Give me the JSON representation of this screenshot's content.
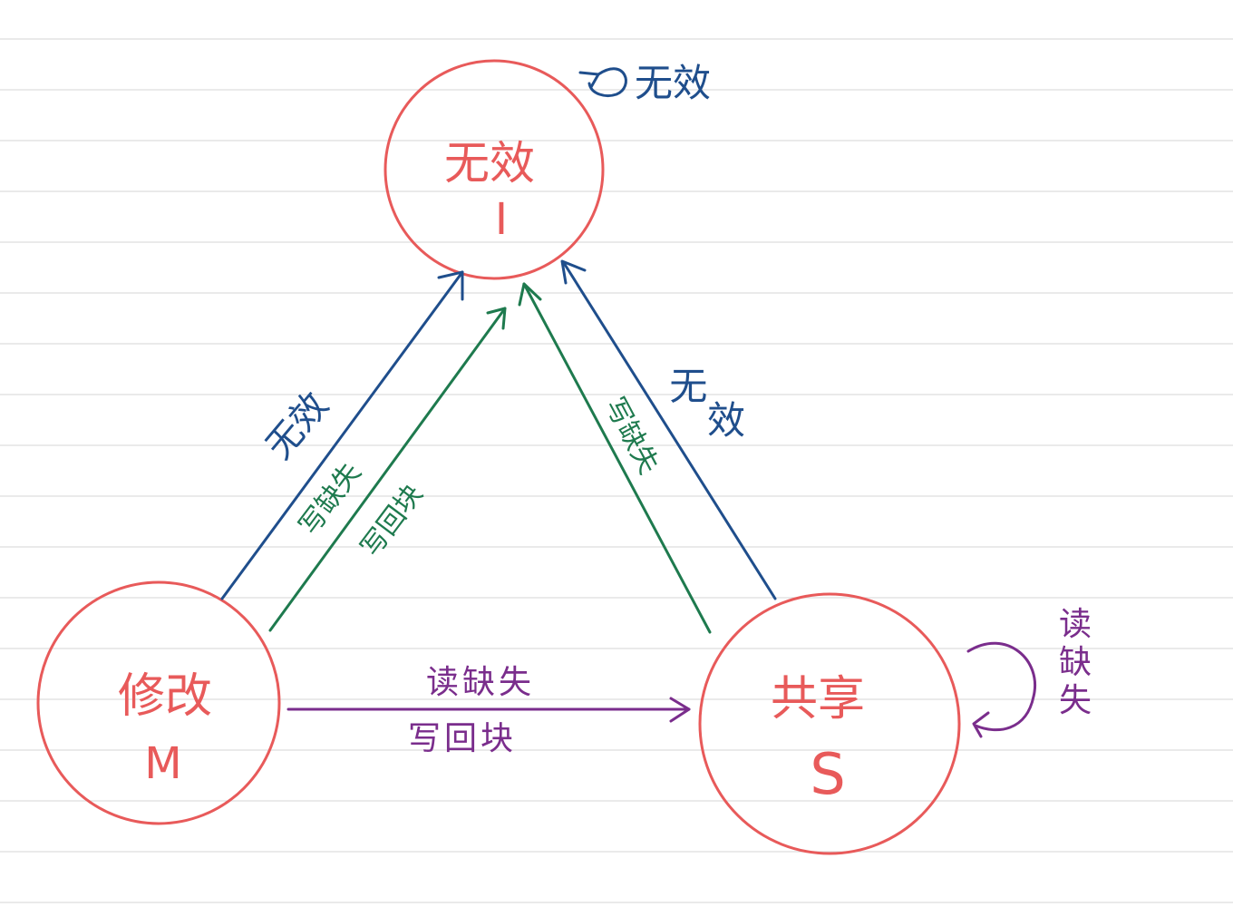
{
  "states": {
    "invalid": {
      "name": "无效",
      "symbol": "I"
    },
    "modified": {
      "name": "修改",
      "symbol": "M"
    },
    "shared": {
      "name": "共享",
      "symbol": "S"
    }
  },
  "transitions": {
    "invalid_self_loop": {
      "label": "无效"
    },
    "modified_to_invalid_blue": {
      "label": "无效"
    },
    "modified_to_invalid_green": {
      "label_1": "写缺失",
      "label_2": "写回块"
    },
    "shared_to_invalid_green": {
      "label": "写缺失"
    },
    "shared_to_invalid_blue": {
      "label": "无效"
    },
    "modified_to_shared": {
      "label_1": "读缺失",
      "label_2": "写回块"
    },
    "shared_self_loop": {
      "label": "读缺失"
    }
  },
  "colors": {
    "state": "#e85a5a",
    "blue": "#1f4e8c",
    "green": "#1e7a4e",
    "purple": "#7a2d8c",
    "rule_line": "#dedede"
  }
}
